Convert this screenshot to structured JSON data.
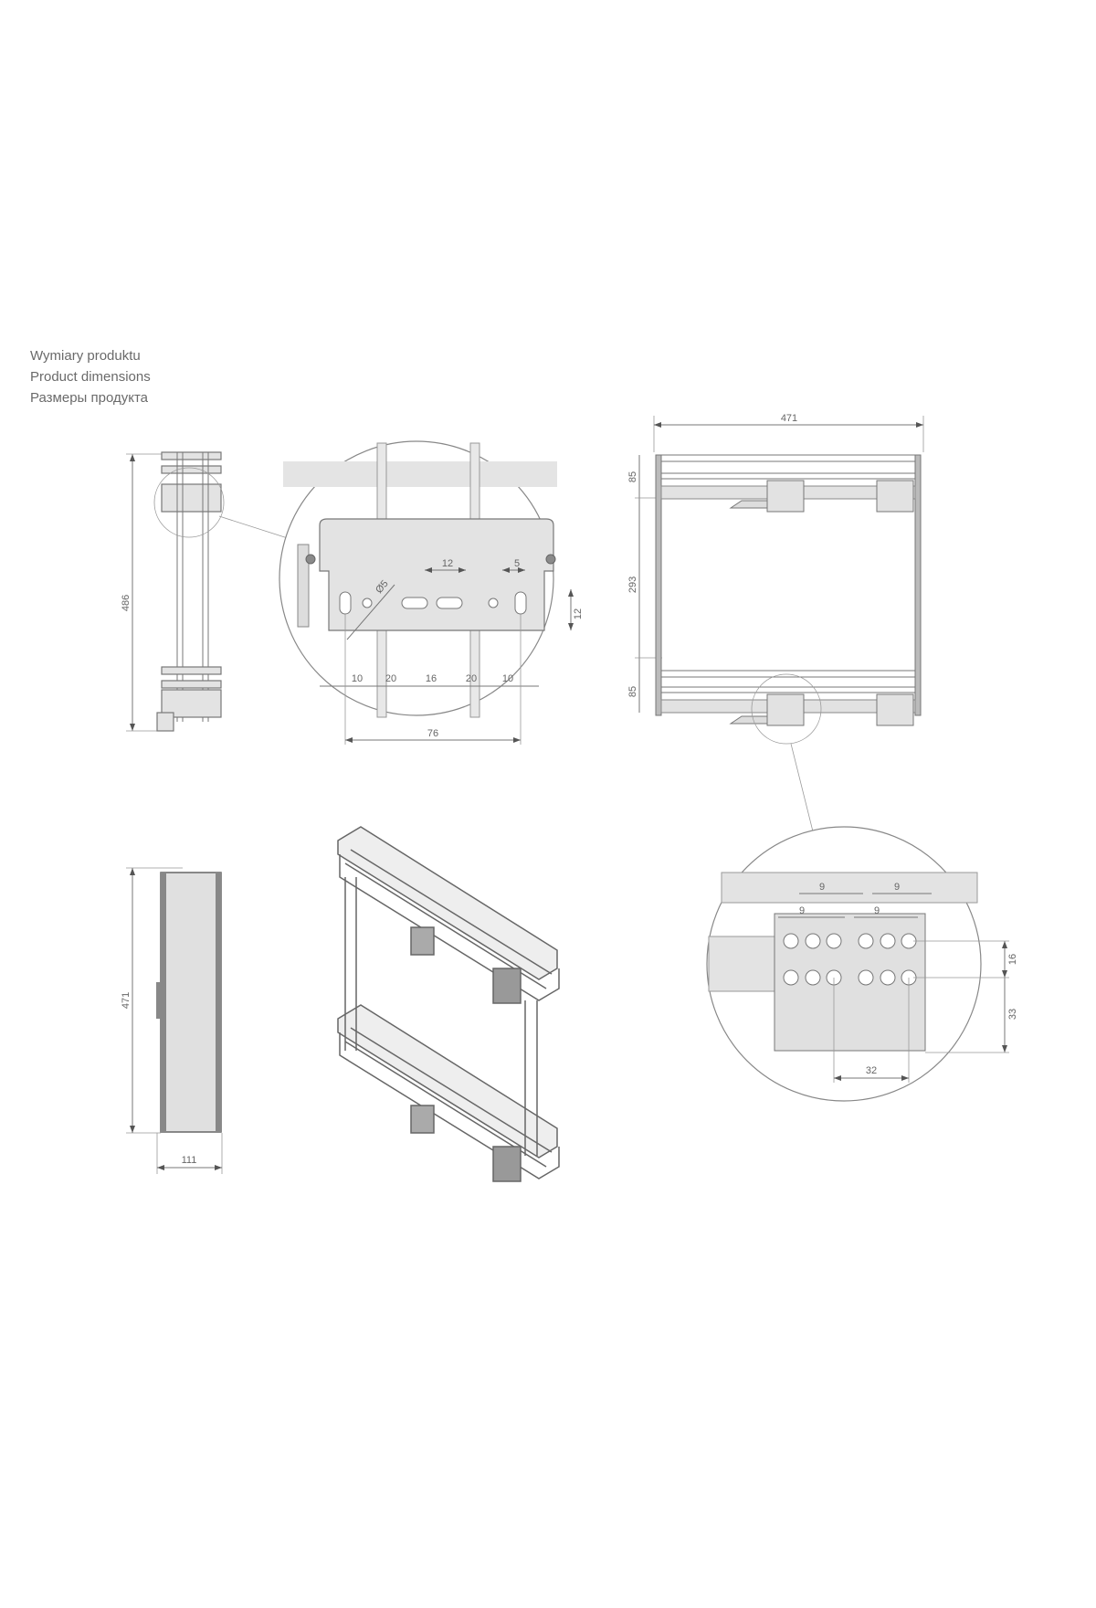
{
  "heading": {
    "pl": "Wymiary produktu",
    "en": "Product dimensions",
    "ru": "Размеры продукта"
  },
  "front_view": {
    "height": "486"
  },
  "detail_bracket": {
    "hole_diameter": "Ø5",
    "top_dims": [
      "12",
      "5"
    ],
    "vertical_dim": "12",
    "bottom_dims": [
      "10",
      "20",
      "16",
      "20",
      "10"
    ],
    "total_width": "76"
  },
  "top_view": {
    "width": "471",
    "left_dims": [
      "85",
      "293",
      "85"
    ]
  },
  "side_view": {
    "height": "471",
    "width": "111"
  },
  "detail_holes": {
    "top_dims": [
      "9",
      "9",
      "9",
      "9"
    ],
    "right_dims": [
      "16",
      "33"
    ],
    "bottom_dim": "32"
  }
}
